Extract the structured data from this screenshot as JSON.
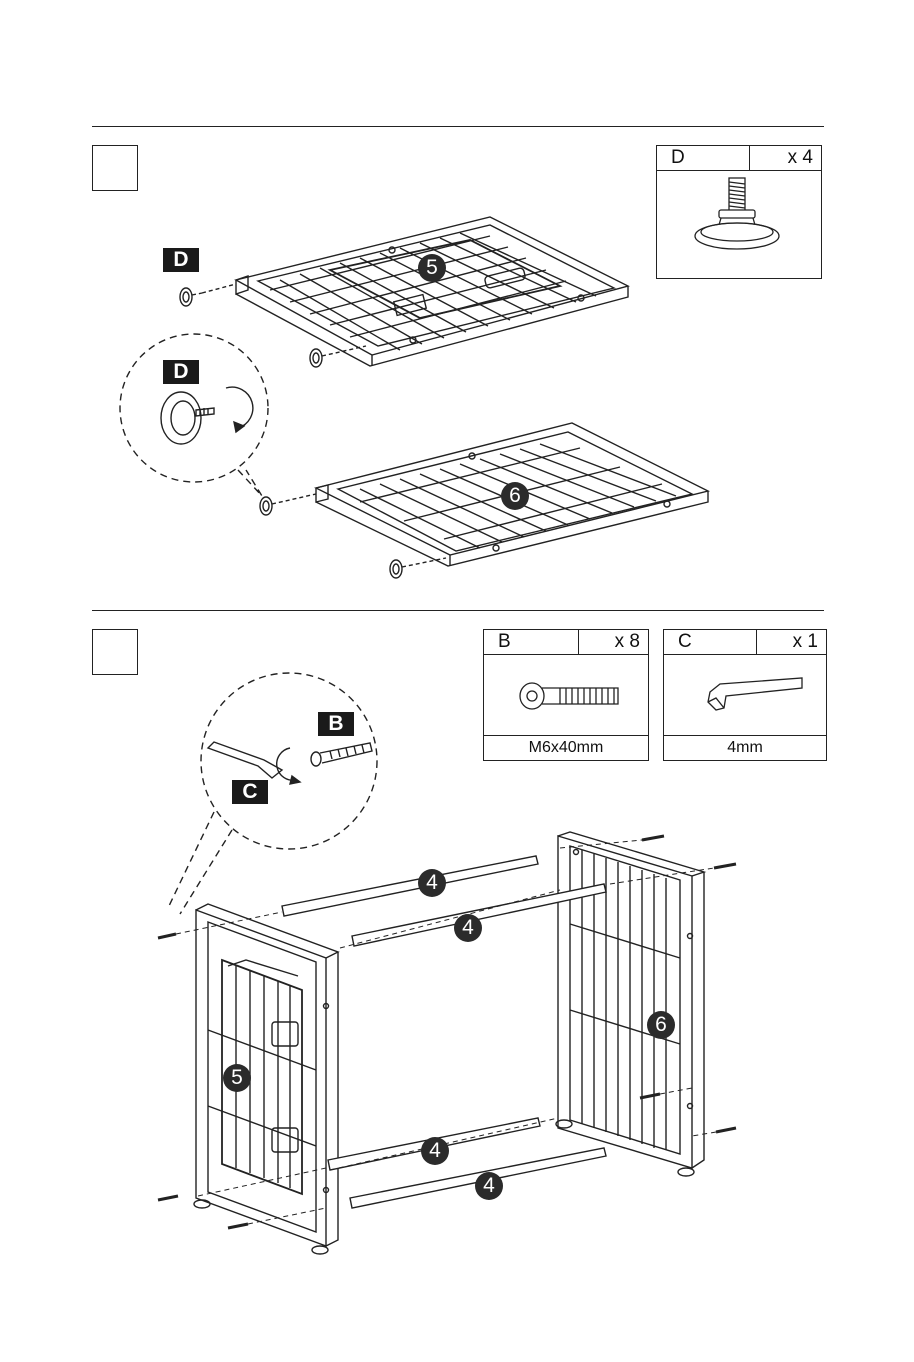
{
  "parts": {
    "D": {
      "letter": "D",
      "qty": "x 4"
    },
    "B": {
      "letter": "B",
      "qty": "x 8",
      "size": "M6x40mm"
    },
    "C": {
      "letter": "C",
      "qty": "x 1",
      "size": "4mm"
    }
  },
  "tags": {
    "D": "D",
    "B": "B",
    "C": "C"
  },
  "labels": {
    "five": "5",
    "six": "6",
    "four": "4"
  },
  "colors": {
    "line": "#222222",
    "tag_bg": "#1a1a1a",
    "badge_bg": "#2b2b2b"
  }
}
